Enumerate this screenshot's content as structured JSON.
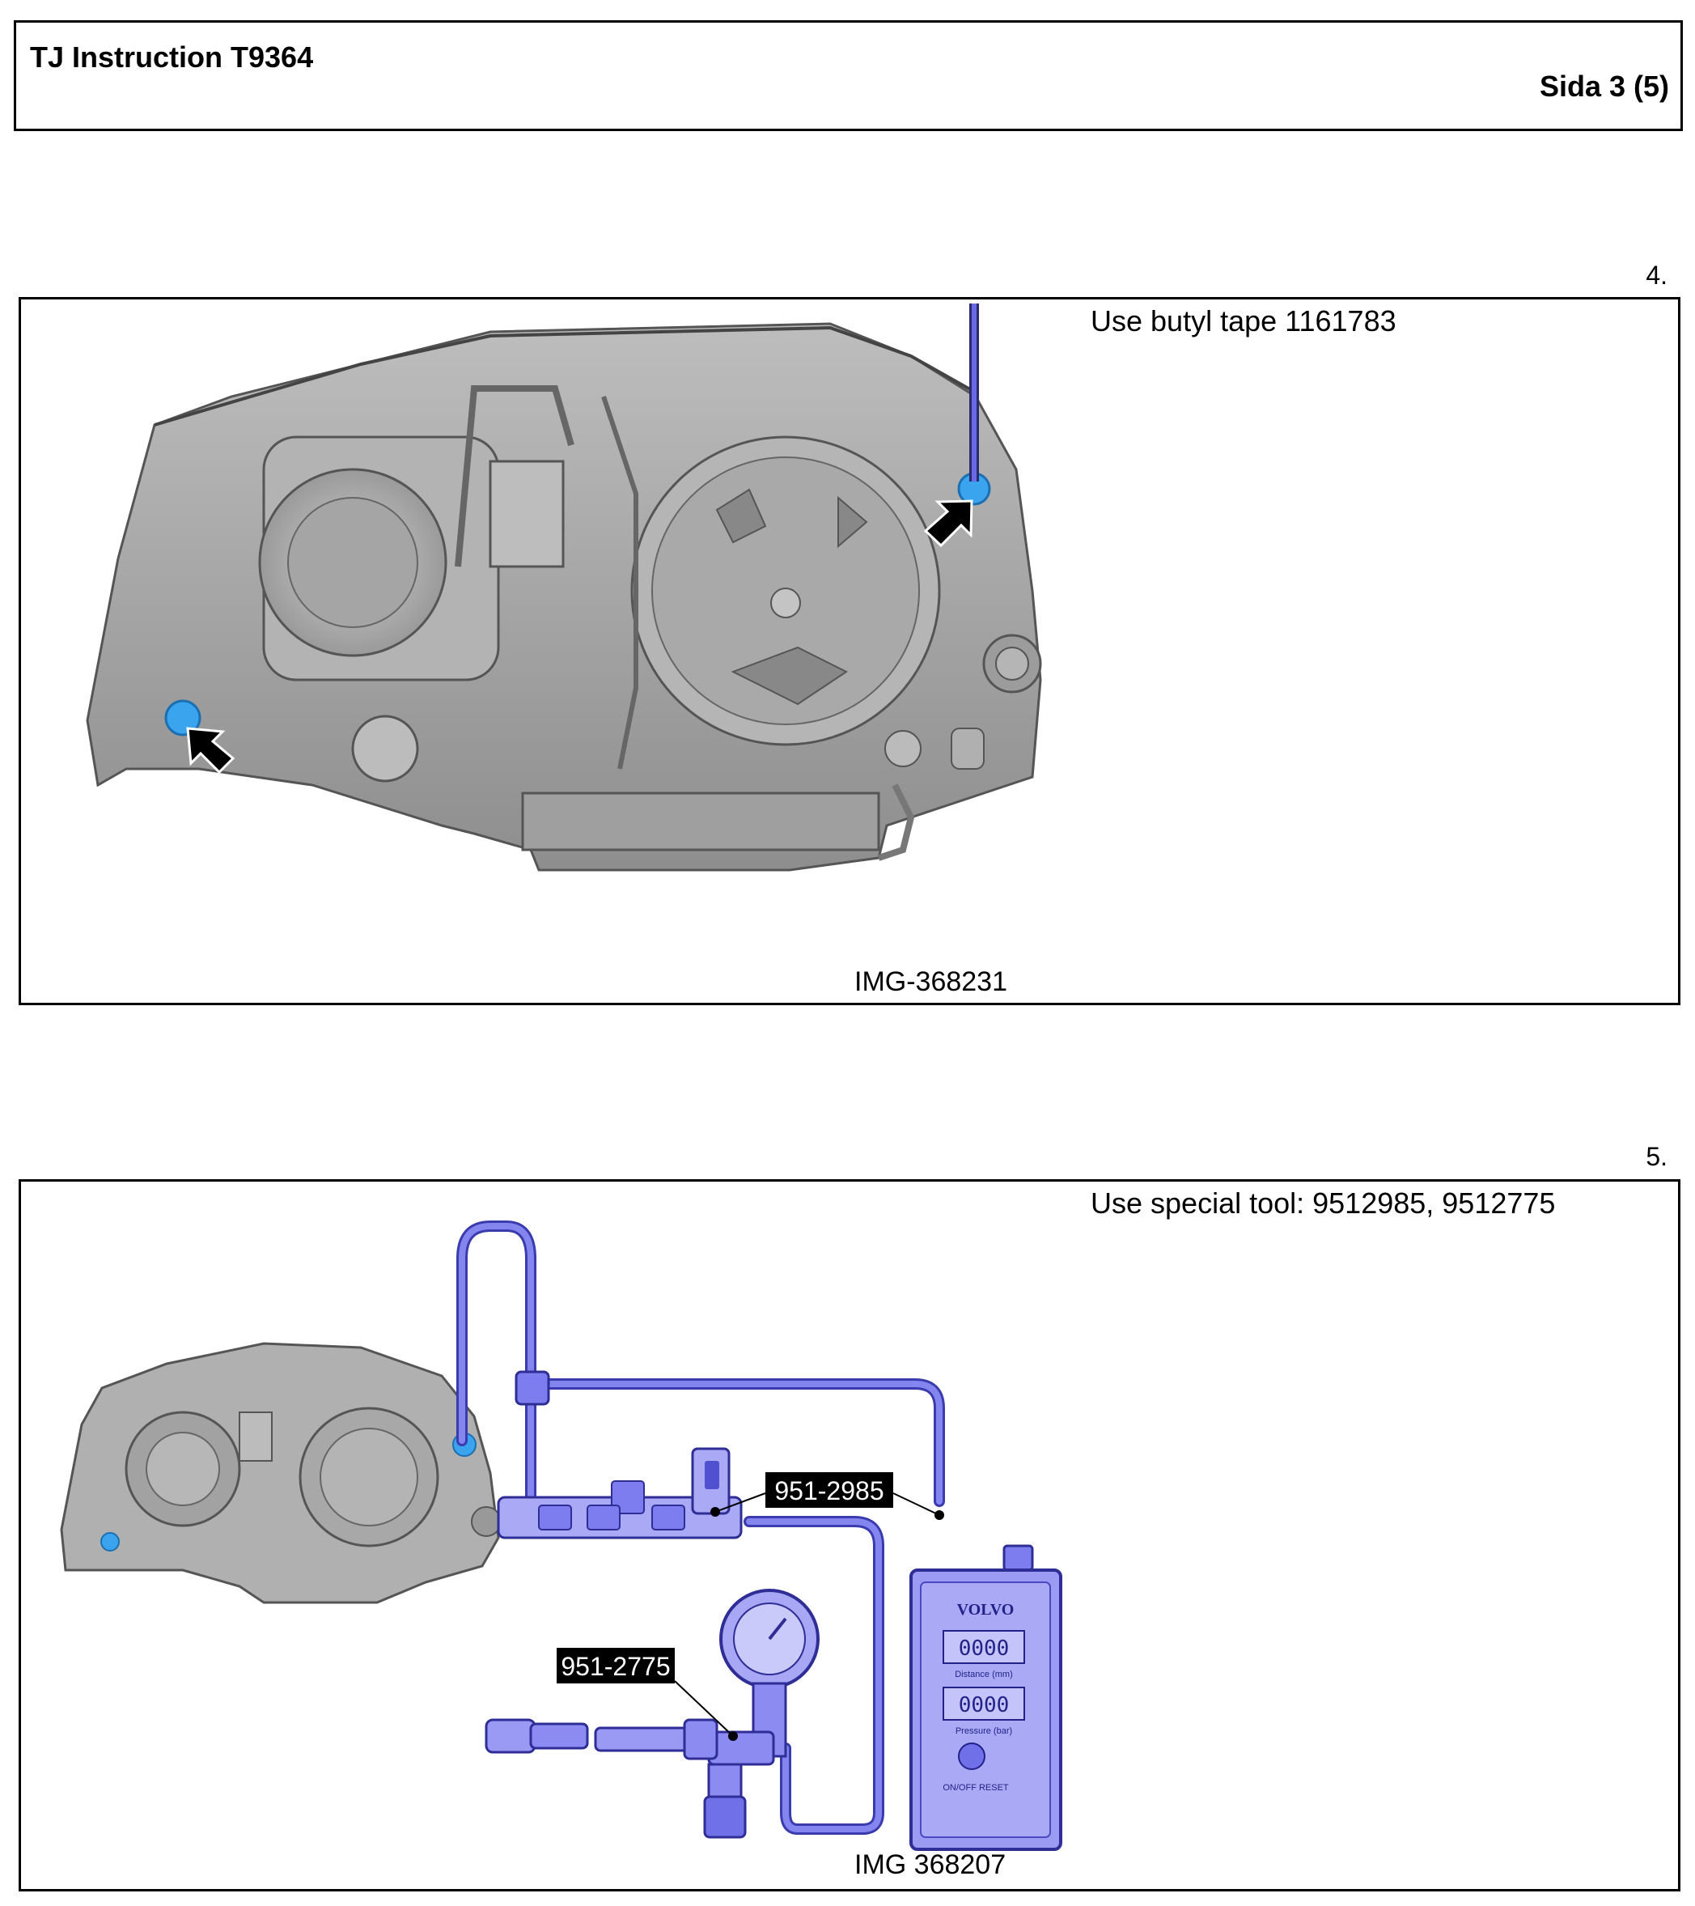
{
  "header": {
    "title": "TJ Instruction T9364",
    "page": "Sida 3 (5)"
  },
  "steps": [
    {
      "number": "4.",
      "instruction": "Use butyl tape 1161783",
      "image_id": "IMG-368231"
    },
    {
      "number": "5.",
      "instruction": "Use special tool: 9512985, 9512775",
      "image_id": "IMG 368207",
      "callouts": [
        "951-2985",
        "951-2775"
      ],
      "tester": {
        "brand": "VOLVO",
        "display1": "0000",
        "display1_label": "Distance (mm)",
        "display2": "0000",
        "display2_label": "Pressure (bar)",
        "button_label": "ON/OFF   RESET"
      }
    }
  ],
  "colors": {
    "border": "#000000",
    "hose": "#5a5ae6",
    "hose_light": "#9d9df2",
    "headlamp": "#a8a8a8",
    "sealant": "#3aa4ee"
  }
}
